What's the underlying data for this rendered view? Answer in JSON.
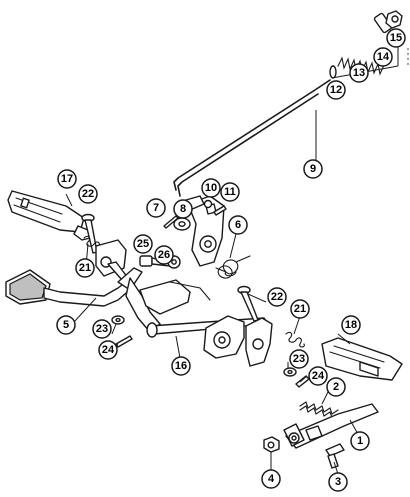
{
  "diagram": {
    "callouts": [
      {
        "id": "1",
        "label": "1"
      },
      {
        "id": "2",
        "label": "2"
      },
      {
        "id": "3",
        "label": "3"
      },
      {
        "id": "4",
        "label": "4"
      },
      {
        "id": "5",
        "label": "5"
      },
      {
        "id": "6",
        "label": "6"
      },
      {
        "id": "7",
        "label": "7"
      },
      {
        "id": "8",
        "label": "8"
      },
      {
        "id": "9",
        "label": "9"
      },
      {
        "id": "10",
        "label": "10"
      },
      {
        "id": "11",
        "label": "11"
      },
      {
        "id": "12",
        "label": "12"
      },
      {
        "id": "13",
        "label": "13"
      },
      {
        "id": "14",
        "label": "14"
      },
      {
        "id": "15",
        "label": "15"
      },
      {
        "id": "16",
        "label": "16"
      },
      {
        "id": "17",
        "label": "17"
      },
      {
        "id": "18",
        "label": "18"
      },
      {
        "id": "21a",
        "label": "21"
      },
      {
        "id": "21b",
        "label": "21"
      },
      {
        "id": "22a",
        "label": "22"
      },
      {
        "id": "22b",
        "label": "22"
      },
      {
        "id": "23a",
        "label": "23"
      },
      {
        "id": "23b",
        "label": "23"
      },
      {
        "id": "24a",
        "label": "24"
      },
      {
        "id": "24b",
        "label": "24"
      },
      {
        "id": "25",
        "label": "25"
      },
      {
        "id": "26",
        "label": "26"
      }
    ]
  }
}
